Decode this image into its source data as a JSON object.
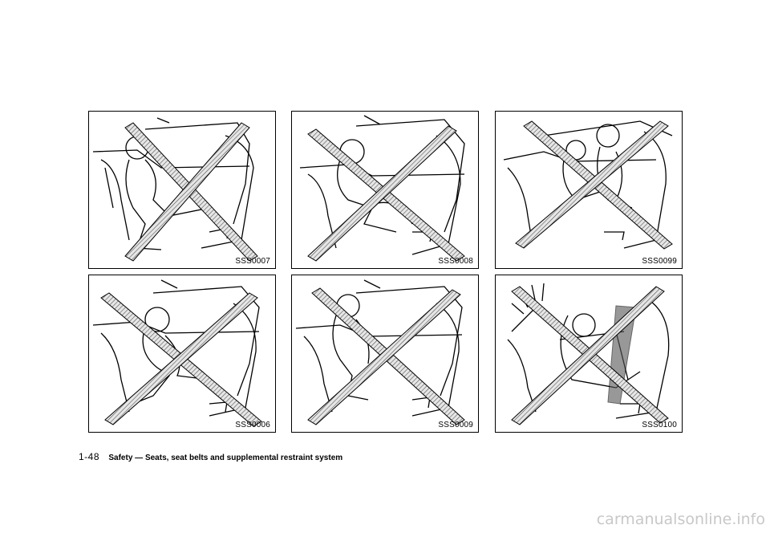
{
  "figures": [
    {
      "code": "SSS0007"
    },
    {
      "code": "SSS0008"
    },
    {
      "code": "SSS0099"
    },
    {
      "code": "SSS0006"
    },
    {
      "code": "SSS0009"
    },
    {
      "code": "SSS0100"
    }
  ],
  "footer": {
    "page_number": "1-48",
    "section_title": "Safety — Seats, seat belts and supplemental restraint system"
  },
  "watermark": "carmanualsonline.info"
}
